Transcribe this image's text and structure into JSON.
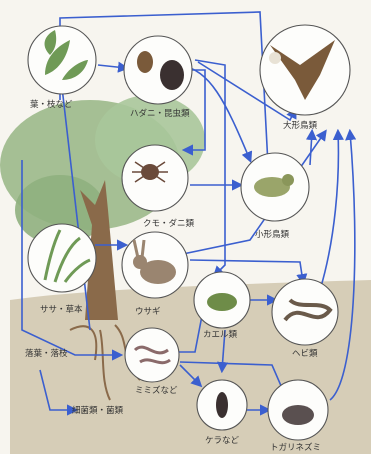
{
  "nodes": {
    "leaves": "葉・枝など",
    "insects": "ハダニ・昆虫類",
    "spiders": "クモ・ダニ類",
    "small_birds": "小形鳥類",
    "large_birds": "大形鳥類",
    "grass": "ササ・草本",
    "rabbit": "ウサギ",
    "frog": "カエル類",
    "snake": "ヘビ類",
    "earthworm": "ミミズなど",
    "cricket": "ケラなど",
    "shrew": "トガリネズミ"
  },
  "side_labels": {
    "litter": "落葉・落枝",
    "microbes": "細菌類・菌類"
  },
  "colors": {
    "arrow": "#3b5fcf",
    "ground": "#cbbfa4",
    "canopy": "#9bb98a",
    "trunk": "#8a6a4a"
  }
}
